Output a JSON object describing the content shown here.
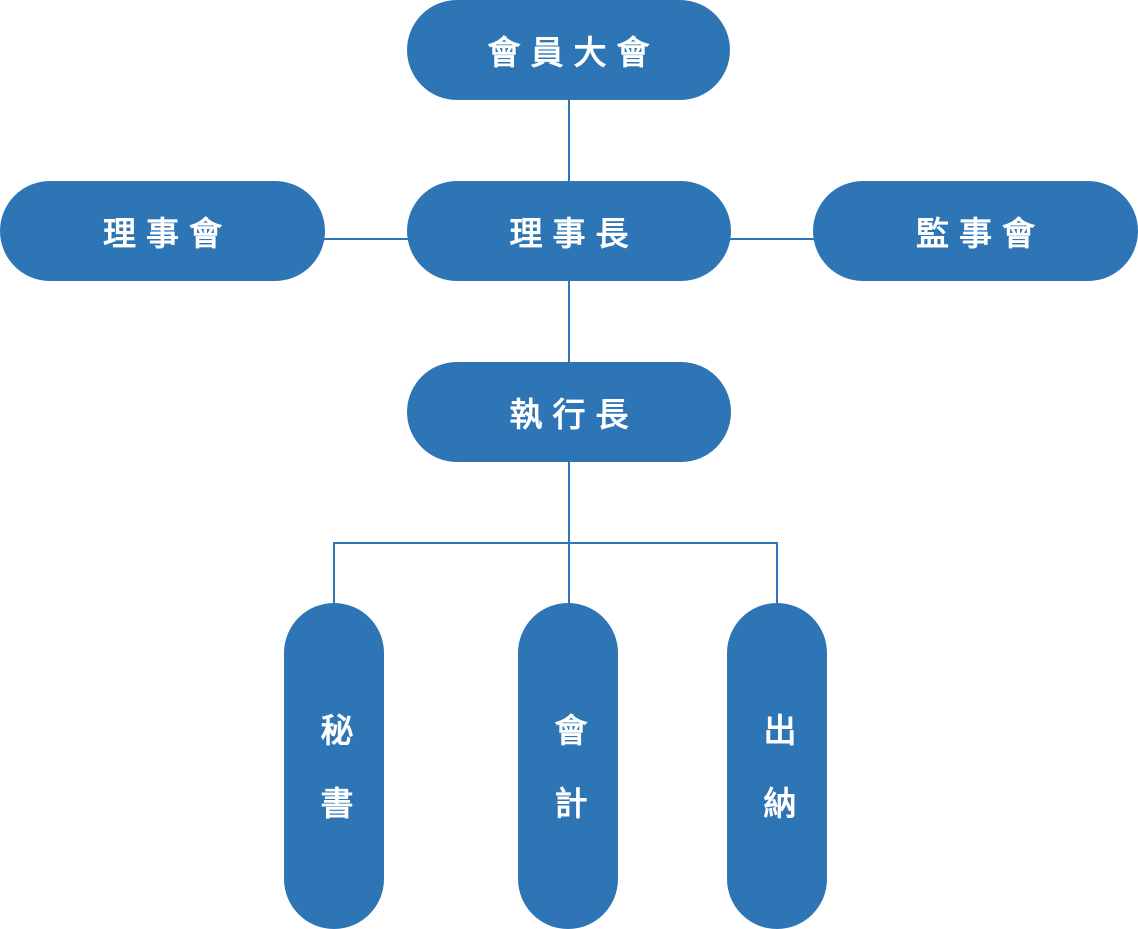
{
  "org_chart": {
    "general_assembly": "會員大會",
    "board_of_directors": "理事會",
    "chairman": "理事長",
    "board_of_supervisors": "監事會",
    "executive_director": "執行長",
    "secretary": "秘書",
    "accountant": "會計",
    "cashier": "出納"
  },
  "colors": {
    "node_fill": "#2e75b6",
    "node_text": "#ffffff",
    "connector": "#2e75b6"
  }
}
